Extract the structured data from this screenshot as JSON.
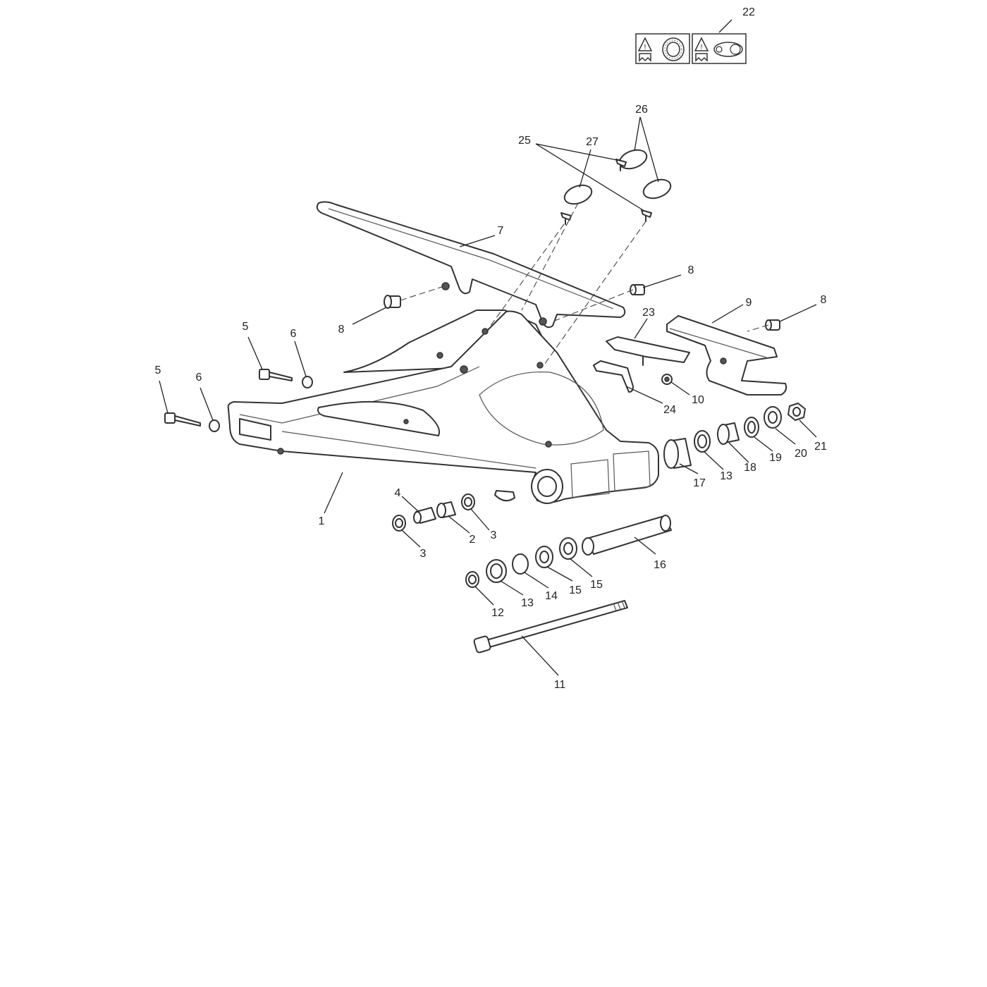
{
  "callouts": [
    {
      "id": "1",
      "label": "1"
    },
    {
      "id": "2",
      "label": "2"
    },
    {
      "id": "3a",
      "label": "3"
    },
    {
      "id": "3b",
      "label": "3"
    },
    {
      "id": "4",
      "label": "4"
    },
    {
      "id": "5a",
      "label": "5"
    },
    {
      "id": "5b",
      "label": "5"
    },
    {
      "id": "6a",
      "label": "6"
    },
    {
      "id": "6b",
      "label": "6"
    },
    {
      "id": "7",
      "label": "7"
    },
    {
      "id": "8a",
      "label": "8"
    },
    {
      "id": "8b",
      "label": "8"
    },
    {
      "id": "8c",
      "label": "8"
    },
    {
      "id": "9",
      "label": "9"
    },
    {
      "id": "10",
      "label": "10"
    },
    {
      "id": "11",
      "label": "11"
    },
    {
      "id": "12",
      "label": "12"
    },
    {
      "id": "13a",
      "label": "13"
    },
    {
      "id": "13b",
      "label": "13"
    },
    {
      "id": "14",
      "label": "14"
    },
    {
      "id": "15a",
      "label": "15"
    },
    {
      "id": "15b",
      "label": "15"
    },
    {
      "id": "16",
      "label": "16"
    },
    {
      "id": "17",
      "label": "17"
    },
    {
      "id": "18",
      "label": "18"
    },
    {
      "id": "19",
      "label": "19"
    },
    {
      "id": "20",
      "label": "20"
    },
    {
      "id": "21",
      "label": "21"
    },
    {
      "id": "22",
      "label": "22"
    },
    {
      "id": "23",
      "label": "23"
    },
    {
      "id": "24",
      "label": "24"
    },
    {
      "id": "25",
      "label": "25"
    },
    {
      "id": "26",
      "label": "26"
    },
    {
      "id": "27",
      "label": "27"
    }
  ],
  "icons": {
    "kit_a": [
      "warning-triangle-icon",
      "bearing-icon"
    ],
    "kit_b": [
      "warning-triangle-icon",
      "chain-icon"
    ]
  }
}
